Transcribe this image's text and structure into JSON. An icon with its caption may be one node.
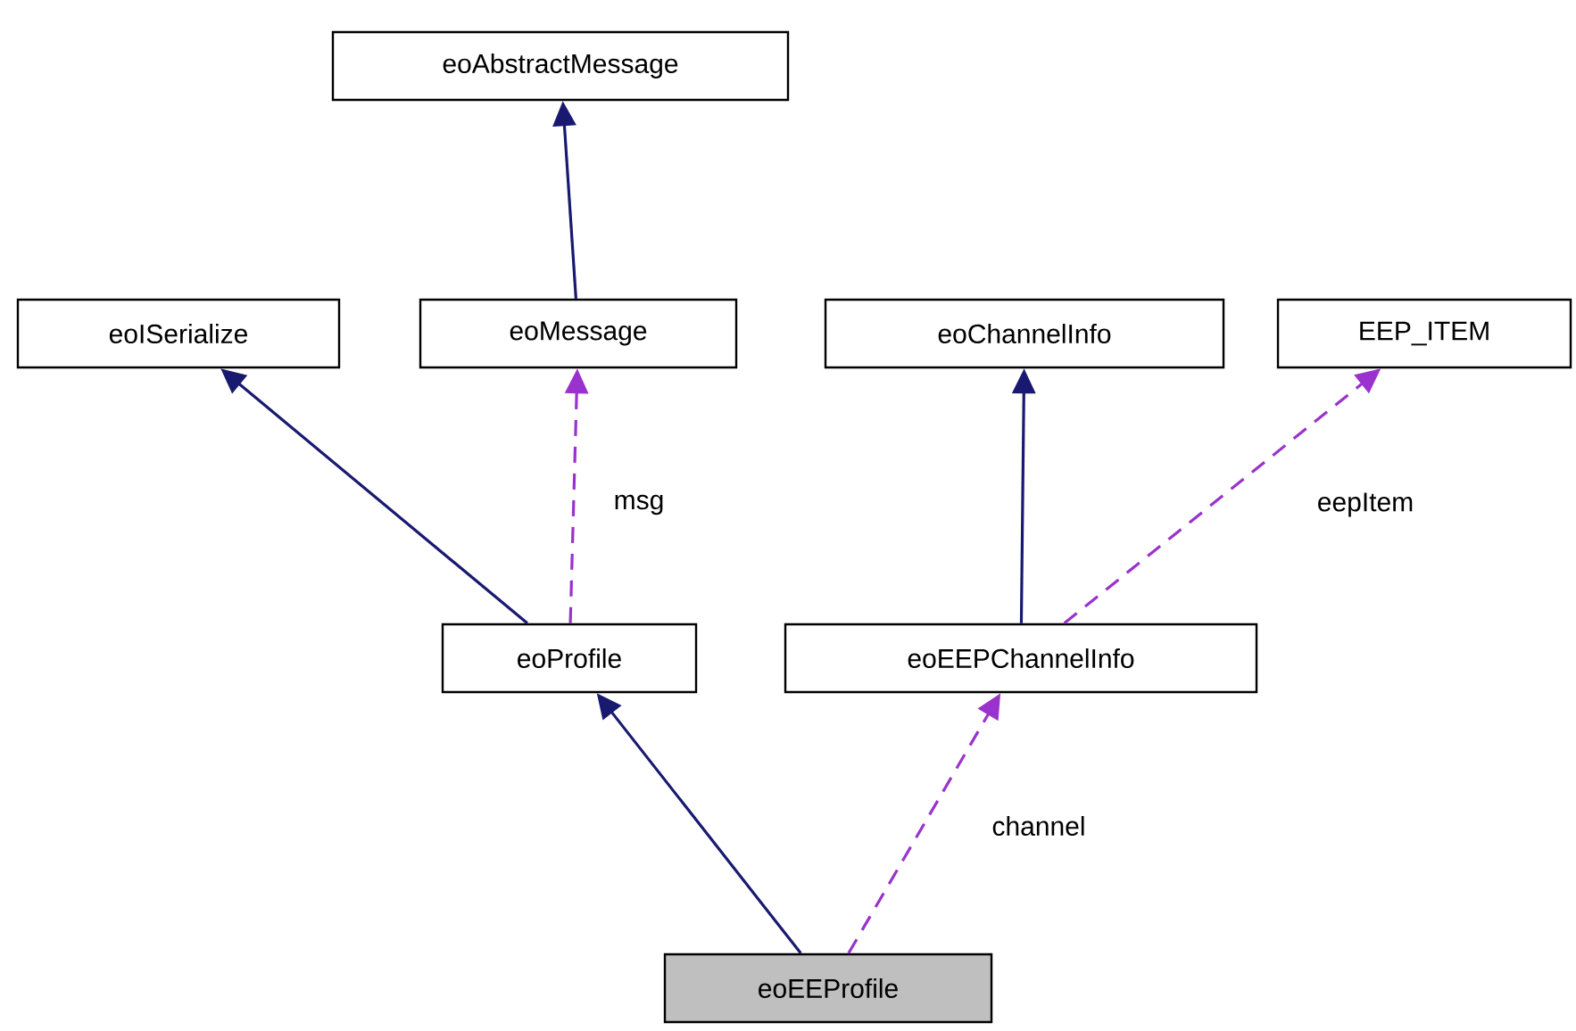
{
  "diagram": {
    "nodes": [
      {
        "text": [
          "eoAbstractMessage"
        ]
      },
      {
        "text": [
          "eoISerialize"
        ]
      },
      {
        "text": [
          "eoMessage"
        ]
      },
      {
        "text": [
          "eoChannelInfo"
        ]
      },
      {
        "text": [
          "EEP_ITEM"
        ]
      },
      {
        "text": [
          "eoProfile"
        ]
      },
      {
        "text": [
          "eoEEPChannelInfo"
        ]
      },
      {
        "text": [
          "eoEEProfile"
        ]
      }
    ],
    "edges": [
      {
        "from": 2,
        "to": 0,
        "arrow": "to"
      },
      {
        "from": 5,
        "to": 1,
        "arrow": "to"
      },
      {
        "from": 5,
        "to": 2,
        "arrow": "to",
        "label": "msg",
        "style": "dashed",
        "color": "#9a32cd"
      },
      {
        "from": 6,
        "to": 3,
        "arrow": "to"
      },
      {
        "from": 6,
        "to": 4,
        "arrow": "to",
        "label": "eepItem",
        "style": "dashed",
        "color": "#9a32cd"
      },
      {
        "from": 7,
        "to": 5,
        "arrow": "to"
      },
      {
        "from": 7,
        "to": 6,
        "arrow": "to",
        "label": "channel",
        "style": "dashed",
        "color": "#9a32cd"
      }
    ]
  }
}
